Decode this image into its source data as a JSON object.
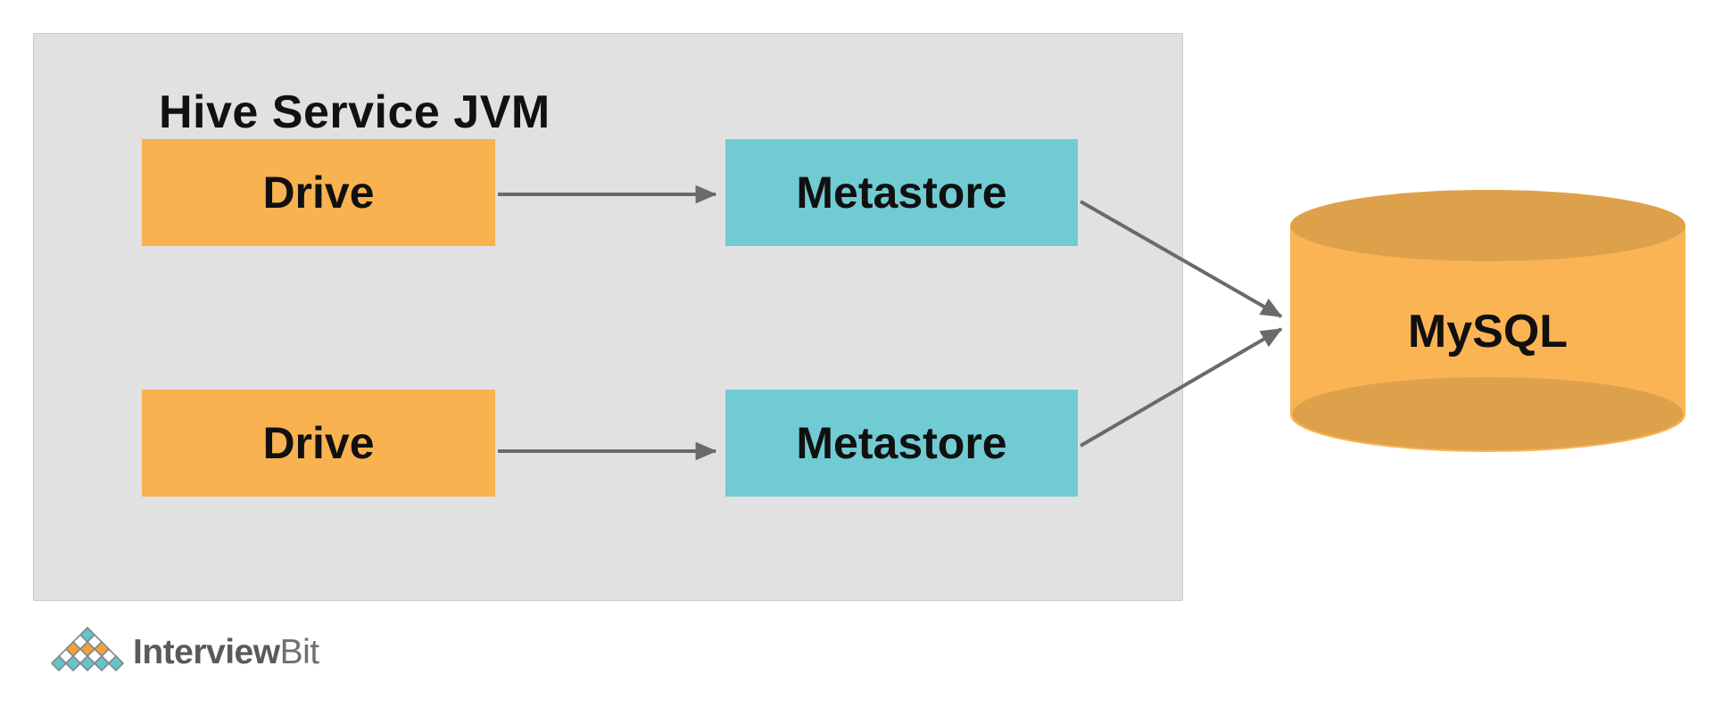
{
  "diagram": {
    "group": {
      "label": "Hive Service JVM"
    },
    "nodes": {
      "drive_top": {
        "label": "Drive"
      },
      "metastore_top": {
        "label": "Metastore"
      },
      "drive_bottom": {
        "label": "Drive"
      },
      "metastore_bottom": {
        "label": "Metastore"
      },
      "mysql": {
        "label": "MySQL"
      }
    },
    "edges": [
      {
        "from": "drive_top",
        "to": "metastore_top"
      },
      {
        "from": "drive_bottom",
        "to": "metastore_bottom"
      },
      {
        "from": "metastore_top",
        "to": "mysql"
      },
      {
        "from": "metastore_bottom",
        "to": "mysql"
      }
    ]
  },
  "colors": {
    "panel_bg": "#E1E1E2",
    "panel_border": "#CBCBCB",
    "node_orange": "#F9B250",
    "node_teal": "#71CBD2",
    "cylinder_body": "#FBB453",
    "cylinder_cap": "#DDA14C",
    "arrow": "#6A6A6A",
    "node_text": "#101010"
  },
  "branding": {
    "wordmark_bold": "Interview",
    "wordmark_light": "Bit",
    "mark_colors": {
      "row1": "#62C5CC",
      "row2": "#FFFFFF",
      "row3": "#F2A338",
      "row4": "#FFFFFF",
      "row5": "#62C5CC",
      "outline": "#85878A"
    }
  }
}
